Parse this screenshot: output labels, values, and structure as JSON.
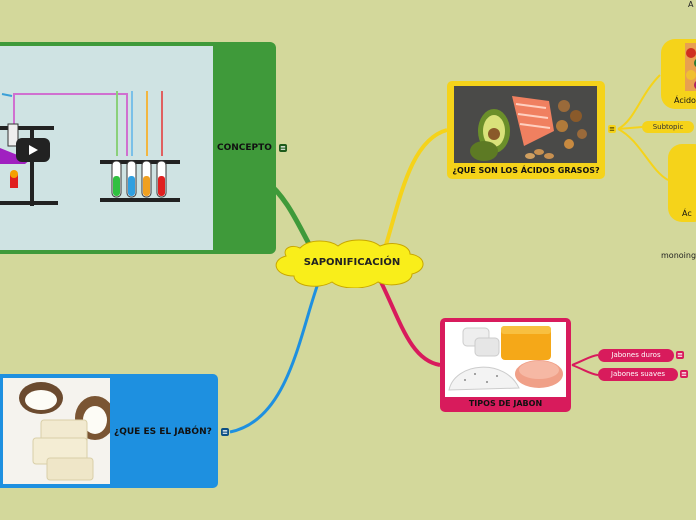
{
  "center": {
    "title": "SAPONIFICACIÓN"
  },
  "nodes": {
    "concepto": {
      "label": "CONCEPTO",
      "color": "#3f9a3a"
    },
    "acidos": {
      "label": "¿QUE SON LOS ÁCIDOS GRASOS?",
      "color": "#f5d31a"
    },
    "jabon": {
      "label": "¿QUE ES EL JABÓN?",
      "color": "#1e90e0"
    },
    "tipos": {
      "label": "TIPOS DE JABON",
      "color": "#d81b5c"
    }
  },
  "acidos_children": {
    "subtopic": "Subtopic",
    "child1_label": "Ácido",
    "child2_label": "Ác",
    "top_partial": "A",
    "monoing": "monoing"
  },
  "tipos_children": [
    {
      "label": "Jabones duros"
    },
    {
      "label": "Jabones suaves"
    }
  ]
}
